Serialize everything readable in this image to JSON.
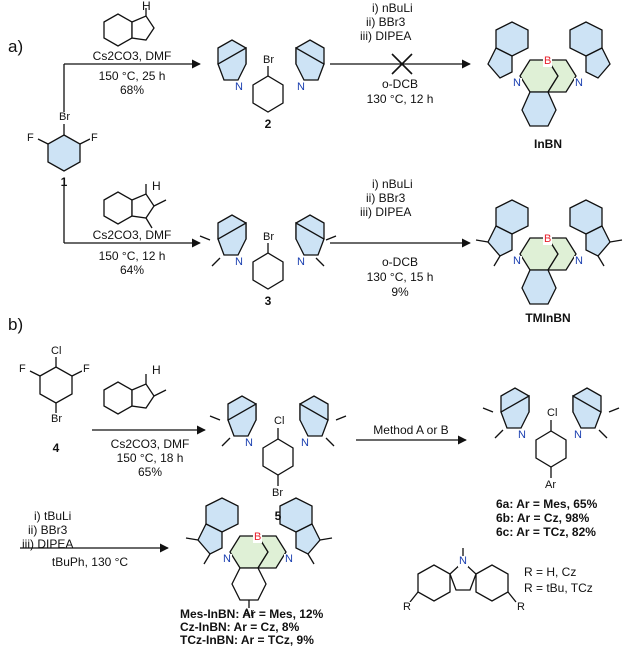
{
  "colors": {
    "ring_fill": "#cde3f5",
    "core_fill": "#dff0d6",
    "boron": "#e8212c",
    "nitrogen": "#1a3fb0",
    "ink": "#111111"
  },
  "part_a": {
    "label": "a)",
    "indole_nh": "H",
    "step1": {
      "reagent": "Cs2CO3, DMF",
      "conditions": "150 °C, 25 h",
      "yield": "68%"
    },
    "step2": {
      "reagent": "Cs2CO3, DMF",
      "conditions": "150 °C, 12 h",
      "yield": "64%"
    },
    "start": {
      "number": "1",
      "atoms": [
        "Br",
        "F",
        "F"
      ]
    },
    "cmpd2": {
      "number": "2",
      "atoms": [
        "Br",
        "N",
        "N"
      ]
    },
    "cmpd3": {
      "number": "3",
      "atoms": [
        "Br",
        "N",
        "N"
      ]
    },
    "failed": {
      "steps": [
        "i) nBuLi",
        "ii) BBr3",
        "iii) DIPEA"
      ],
      "solvent": "o-DCB",
      "conditions": "130 °C, 12 h",
      "product": "InBN"
    },
    "success": {
      "steps": [
        "i) nBuLi",
        "ii) BBr3",
        "iii) DIPEA"
      ],
      "solvent": "o-DCB",
      "conditions": "130 °C, 15 h",
      "yield": "9%",
      "product": "TMInBN"
    }
  },
  "part_b": {
    "label": "b)",
    "start": {
      "number": "4",
      "atoms": [
        "Cl",
        "F",
        "F",
        "Br"
      ]
    },
    "step1": {
      "reagent": "Cs2CO3, DMF",
      "conditions": "150 °C, 18 h",
      "yield": "65%"
    },
    "cmpd5": {
      "number": "5",
      "atoms": [
        "Cl",
        "N",
        "N",
        "Br"
      ]
    },
    "method": "Method A or B",
    "cmpd6": {
      "atoms": [
        "Cl",
        "N",
        "N",
        "Ar"
      ]
    },
    "variants6": [
      "6a: Ar = Mes, 65%",
      "6b: Ar = Cz, 98%",
      "6c: Ar = TCz, 82%"
    ],
    "final": {
      "steps": [
        "i) tBuLi",
        "ii) BBr3",
        "iii) DIPEA"
      ],
      "solvent": "tBuPh, 130 °C",
      "atoms": [
        "B",
        "N",
        "N",
        "Ar"
      ]
    },
    "products": [
      "Mes-InBN: Ar = Mes, 12%",
      "Cz-InBN: Ar = Cz, 8%",
      "TCz-InBN: Ar = TCz, 9%"
    ],
    "carbazole": {
      "atoms": [
        "N",
        "R",
        "R"
      ],
      "legend": [
        "R = H, Cz",
        "R = tBu, TCz"
      ]
    }
  }
}
